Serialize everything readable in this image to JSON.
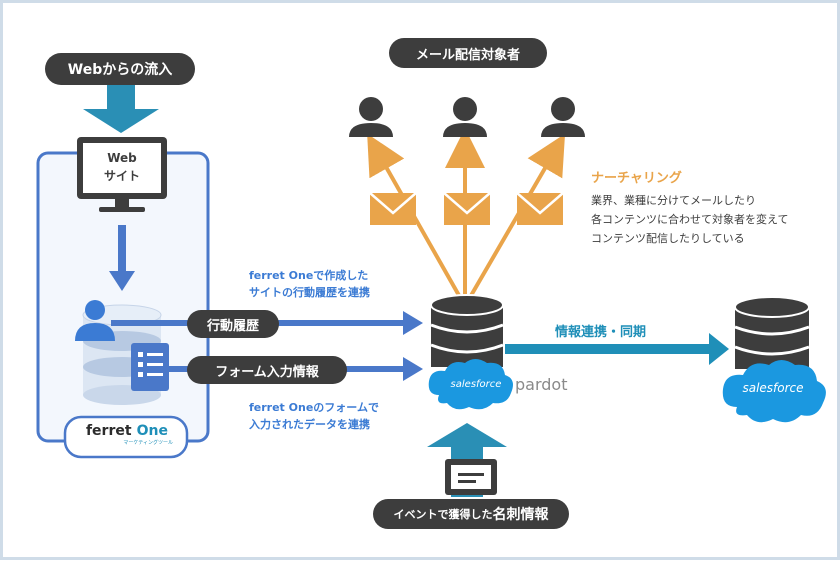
{
  "web_inflow": "Webからの流入",
  "website": {
    "line1": "Web",
    "line2": "サイト"
  },
  "ferret_logo": {
    "word1": "ferret",
    "word2": "One",
    "tagline": "マーケティングツール"
  },
  "mail_targets": "メール配信対象者",
  "nurturing": {
    "title": "ナーチャリング",
    "lines": [
      "業界、業種に分けてメールしたり",
      "各コンテンツに合わせて対象者を変えて",
      "コンテンツ配信したりしている"
    ]
  },
  "ferret_site_note": [
    "ferret Oneで作成した",
    "サイトの行動履歴を連携"
  ],
  "ferret_form_note": [
    "ferret Oneのフォームで",
    "入力されたデータを連携"
  ],
  "action_history": "行動履歴",
  "form_info": "フォーム入力情報",
  "sync_label": "情報連携・同期",
  "salesforce": "salesforce",
  "pardot": "pardot",
  "business_card": {
    "pre": "イベントで獲得した",
    "main": "名刺情報"
  },
  "colors": {
    "pill": "#3d3d3d",
    "blue": "#3b7bd4",
    "teal": "#1f8fb8",
    "orange": "#e9a44a",
    "sf_blue": "#1b98e0",
    "panel": "#4a78c9",
    "db": "#3d3d3d"
  }
}
